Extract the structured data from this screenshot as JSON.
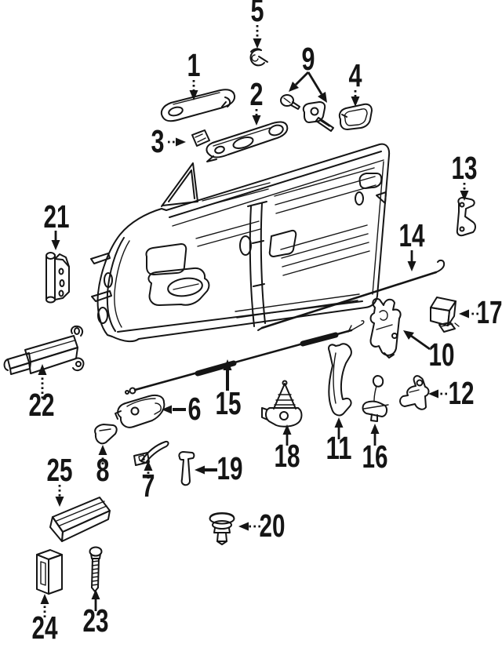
{
  "figure": {
    "description": "Exploded parts line diagram of a car door with lock, handle and hinge components",
    "background_color": "#ffffff",
    "ink_color": "#151515",
    "callouts": [
      {
        "number": "1"
      },
      {
        "number": "2"
      },
      {
        "number": "3"
      },
      {
        "number": "4"
      },
      {
        "number": "5"
      },
      {
        "number": "6"
      },
      {
        "number": "7"
      },
      {
        "number": "8"
      },
      {
        "number": "9"
      },
      {
        "number": "10"
      },
      {
        "number": "11"
      },
      {
        "number": "12"
      },
      {
        "number": "13"
      },
      {
        "number": "14"
      },
      {
        "number": "15"
      },
      {
        "number": "16"
      },
      {
        "number": "17"
      },
      {
        "number": "18"
      },
      {
        "number": "19"
      },
      {
        "number": "20"
      },
      {
        "number": "21"
      },
      {
        "number": "22"
      },
      {
        "number": "23"
      },
      {
        "number": "24"
      },
      {
        "number": "25"
      }
    ]
  }
}
